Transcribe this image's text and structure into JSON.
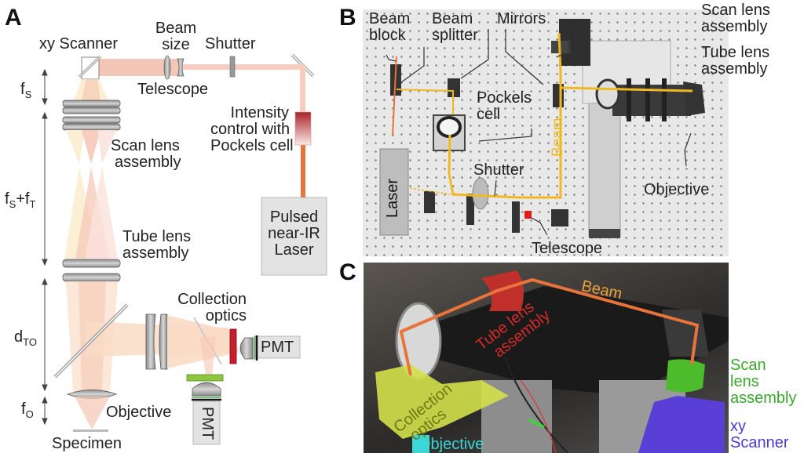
{
  "panels": {
    "a": {
      "letter": "A",
      "labels": {
        "xy_scanner": "xy Scanner",
        "beam_size_line1": "Beam",
        "beam_size_line2": "size",
        "shutter": "Shutter",
        "telescope": "Telescope",
        "intensity_line1": "Intensity",
        "intensity_line2": "control with",
        "intensity_line3": "Pockels cell",
        "scan_lens_line1": "Scan lens",
        "scan_lens_line2": "assembly",
        "laser_line1": "Pulsed",
        "laser_line2": "near-IR",
        "laser_line3": "Laser",
        "tube_lens_line1": "Tube lens",
        "tube_lens_line2": "assembly",
        "collection_line1": "Collection",
        "collection_line2": "optics",
        "pmt_right": "PMT",
        "pmt_bottom": "PMT",
        "objective": "Objective",
        "specimen": "Specimen"
      },
      "dimensions": {
        "fs": {
          "main": "f",
          "sub": "S"
        },
        "fs_ft": {
          "main1": "f",
          "sub1": "S",
          "plus": "+",
          "main2": "f",
          "sub2": "T"
        },
        "dto": {
          "main": "d",
          "sub": "TO"
        },
        "fo": {
          "main": "f",
          "sub": "O"
        }
      }
    },
    "b": {
      "letter": "B",
      "labels": {
        "beam_block_line1": "Beam",
        "beam_block_line2": "block",
        "beam_splitter_line1": "Beam",
        "beam_splitter_line2": "splitter",
        "mirrors": "Mirrors",
        "scan_lens_line1": "Scan lens",
        "scan_lens_line2": "assembly",
        "tube_lens_line1": "Tube lens",
        "tube_lens_line2": "assembly",
        "pockels_line1": "Pockels",
        "pockels_line2": "cell",
        "beam": "Beam",
        "shutter": "Shutter",
        "laser": "Laser",
        "objective": "Objective",
        "telescope": "Telescope"
      }
    },
    "c": {
      "letter": "C",
      "labels": {
        "beam": "Beam",
        "tube_lens_line1": "Tube lens",
        "tube_lens_line2": "assembly",
        "collection_line1": "Collection",
        "collection_line2": "optics",
        "objective": "Objective",
        "scan_lens_line1": "Scan",
        "scan_lens_line2": "lens",
        "scan_lens_line3": "assembly",
        "xy_line1": "xy",
        "xy_line2": "Scanner"
      }
    }
  },
  "colors": {
    "beam_orange": "#e8743b",
    "beam_yellow": "#f0b921",
    "beam_pink": "#f4c6b8",
    "pockels_red": "#a8242a",
    "filter_red": "#c8202a",
    "filter_green": "#8cc63f",
    "lens_gray": "#a9a9a9",
    "tube_lens_red": "#c0392b",
    "collection_yellow": "#d4e04a",
    "objective_cyan": "#3dd6d6",
    "scan_green": "#4cbb2c",
    "scanner_blue": "#5a3fd6"
  }
}
